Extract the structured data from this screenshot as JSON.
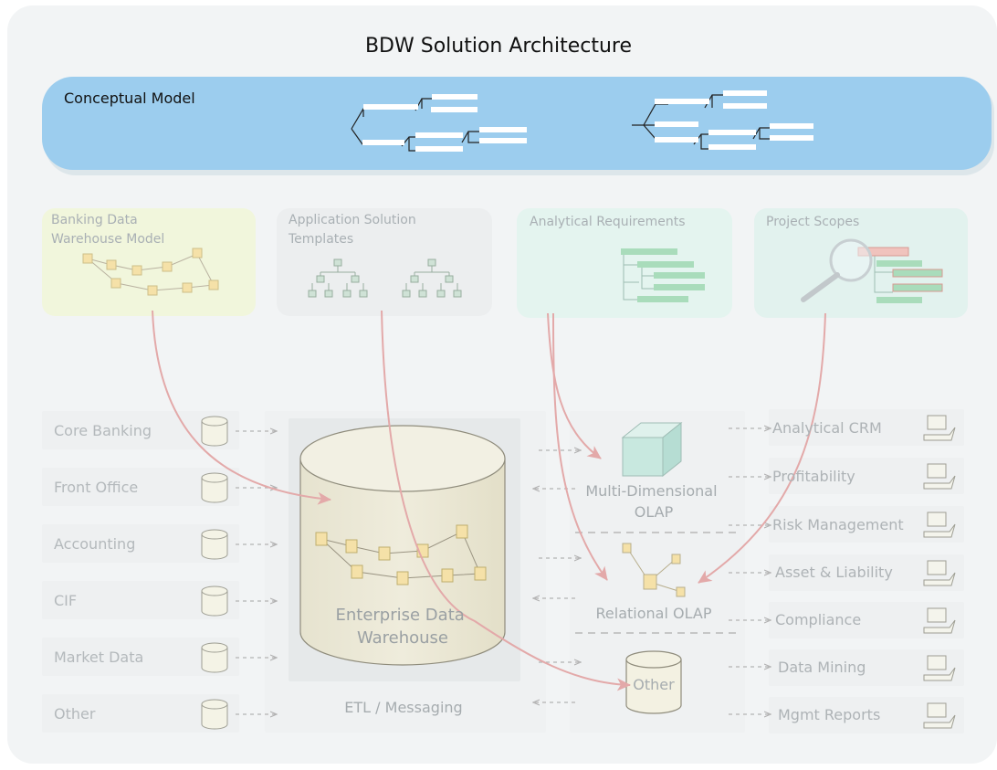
{
  "diagram": {
    "title": "BDW Solution Architecture",
    "conceptual_model": {
      "label": "Conceptual Model"
    },
    "model_panels": [
      {
        "label": "Banking Data Warehouse Model",
        "lines": [
          "Banking Data",
          "Warehouse Model"
        ]
      },
      {
        "label": "Application Solution Templates",
        "lines": [
          "Application Solution",
          "Templates"
        ]
      },
      {
        "label": "Analytical Requirements",
        "lines": [
          "Analytical Requirements"
        ]
      },
      {
        "label": "Project Scopes",
        "lines": [
          "Project Scopes"
        ]
      }
    ],
    "sources": [
      "Core Banking",
      "Front Office",
      "Accounting",
      "CIF",
      "Market Data",
      "Other"
    ],
    "warehouse": {
      "lines": [
        "Enterprise Data",
        "Warehouse"
      ]
    },
    "etl_label": "ETL / Messaging",
    "marts": {
      "molap": [
        "Multi-Dimensional",
        "OLAP"
      ],
      "rolap": "Relational OLAP",
      "other": "Other"
    },
    "targets": [
      "Analytical CRM",
      "Profitability",
      "Risk Management",
      "Asset & Liability",
      "Compliance",
      "Data Mining",
      "Mgmt Reports"
    ],
    "colors": {
      "background": "#f2f4f5",
      "conceptual_band": "#9ccdee",
      "panel_bdw": "#f1f6dc",
      "panel_templates": "#eceeef",
      "panel_analytical": "#e4f4ef",
      "panel_project": "#e2f2ee",
      "flow_arrow": "#e3a9a9",
      "dashed_arrow": "#b3b3b3",
      "entity_box": "#f5e1a8"
    }
  }
}
